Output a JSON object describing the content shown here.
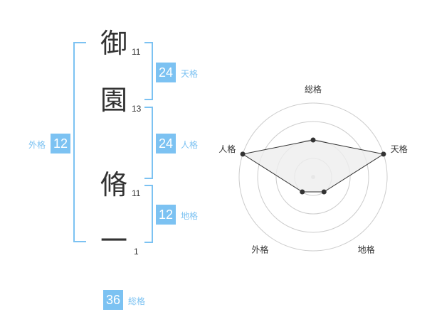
{
  "name": {
    "chars": [
      {
        "char": "御",
        "strokes": "11"
      },
      {
        "char": "園",
        "strokes": "13"
      },
      {
        "char": "脩",
        "strokes": "11"
      },
      {
        "char": "一",
        "strokes": "1"
      }
    ]
  },
  "scores": {
    "tenkaku": {
      "value": "24",
      "label": "天格"
    },
    "jinkaku": {
      "value": "24",
      "label": "人格"
    },
    "chikaku": {
      "value": "12",
      "label": "地格"
    },
    "gaikaku": {
      "value": "12",
      "label": "外格"
    },
    "soukaku": {
      "value": "36",
      "label": "総格"
    }
  },
  "chart_data": {
    "type": "radar",
    "axes": [
      "総格",
      "天格",
      "地格",
      "外格",
      "人格"
    ],
    "values": [
      2,
      4,
      1,
      1,
      4
    ],
    "rings": 4,
    "colors": {
      "fill": "#eeeeee",
      "line": "#333333",
      "ring": "#cccccc"
    }
  }
}
